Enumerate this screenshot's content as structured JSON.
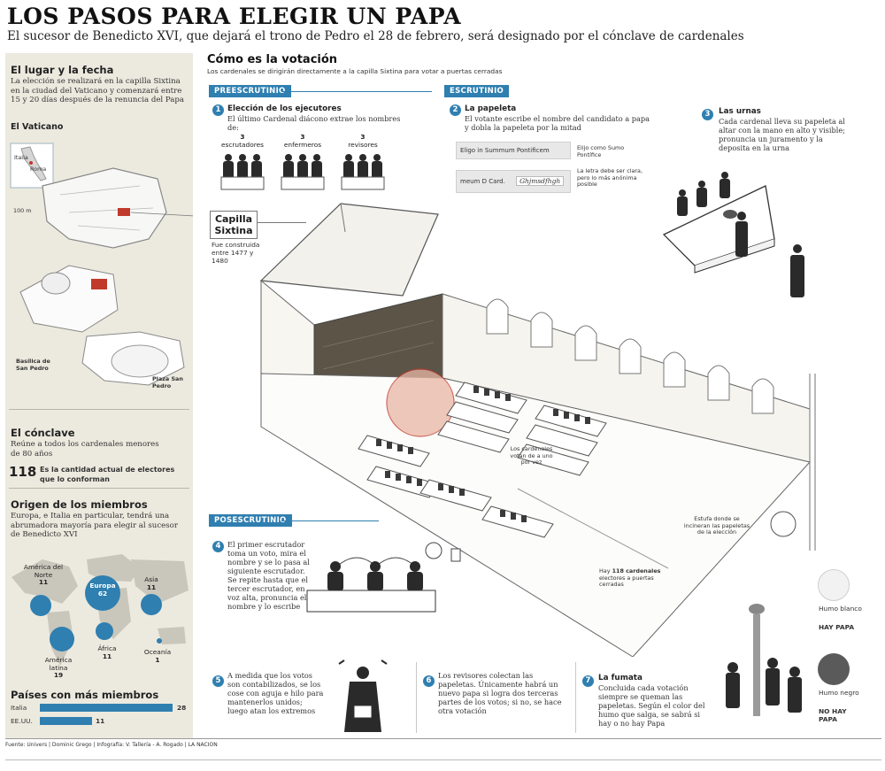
{
  "header": {
    "title": "LOS PASOS PARA ELEGIR UN PAPA",
    "subtitle": "El sucesor de Benedicto XVI, que dejará el trono de Pedro el 28 de febrero, será designado por el cónclave de cardenales"
  },
  "left": {
    "place": {
      "heading": "El lugar y la fecha",
      "text": "La elección se realizará en la capilla Sixtina en la ciudad del Vaticano y comenzará entre 15 y 20 días después de la renuncia del Papa"
    },
    "vatican": {
      "heading": "El Vaticano",
      "italia": "Italia",
      "roma": "Roma",
      "scale": "100 m",
      "basilica": "Basílica de San Pedro",
      "plaza": "Plaza San Pedro"
    },
    "conclave": {
      "heading": "El cónclave",
      "text": "Reúne a todos los cardenales menores de 80 años",
      "electors_number": "118",
      "electors_text": "Es la cantidad actual de electores que lo conforman"
    },
    "origin": {
      "heading": "Origen de los miembros",
      "text": "Europa, e Italia en particular, tendrá una abrumadora mayoría para elegir al sucesor de Benedicto XVI",
      "regions": [
        {
          "name": "América del Norte",
          "value": "11"
        },
        {
          "name": "Europa",
          "value": "62"
        },
        {
          "name": "Asia",
          "value": "11"
        },
        {
          "name": "América latina",
          "value": "19"
        },
        {
          "name": "África",
          "value": "11"
        },
        {
          "name": "Oceanía",
          "value": "1"
        }
      ]
    },
    "countries": {
      "heading": "Países con más miembros",
      "items": [
        {
          "name": "Italia",
          "value": "28"
        },
        {
          "name": "EE.UU.",
          "value": "11"
        }
      ]
    }
  },
  "center": {
    "heading": "Cómo es la votación",
    "subheading": "Los cardenales se dirigirán directamente a la capilla Sixtina para votar a puertas cerradas",
    "pre": {
      "label": "PREESCRUTINIO",
      "step_num": "1",
      "step_title": "Elección de los ejecutores",
      "step_text": "El último Cardenal diácono extrae los nombres de:",
      "groups": [
        {
          "count": "3",
          "name": "escrutadores"
        },
        {
          "count": "3",
          "name": "enfermeros"
        },
        {
          "count": "3",
          "name": "revisores"
        }
      ]
    },
    "escr": {
      "label": "ESCRUTINIO",
      "step_num": "2",
      "step_title": "La papeleta",
      "step_text": "El votante escribe el nombre del candidato a papa y dobla la papeleta por la mitad",
      "ballot_line1": "Eligo in Summum Pontificem",
      "ballot_note1": "Elijo como Sumo Pontífice",
      "ballot_line2": "meum D Card.",
      "ballot_signature": "Ghjmsdfhgh",
      "ballot_note2": "La letra debe ser clara, pero lo más anónima posible"
    },
    "urns": {
      "step_num": "3",
      "step_title": "Las urnas",
      "step_text": "Cada cardenal lleva su papeleta al altar con la mano en alto y visible; pronuncia un juramento y la deposita en la urna"
    },
    "chapel": {
      "name": "Capilla Sixtina",
      "built": "Fue construida entre 1477 y 1480",
      "vote_one_by_one": "Los cardenales votan de a uno por vez",
      "cardinals_count": "118 cardenales",
      "cardinals_text_prefix": "Hay",
      "cardinals_text_suffix": "electores a puertas cerradas",
      "stove": "Estufa donde se incineran las papeletas de la elección"
    },
    "post": {
      "label": "POSESCRUTINIO",
      "step4_num": "4",
      "step4_text": "El primer escrutador toma un voto, mira el nombre y se lo pasa al siguiente escrutador. Se repite hasta que el tercer escrutador, en voz alta, pronuncia el nombre y lo escribe",
      "step5_num": "5",
      "step5_text": "A medida que los votos son contabilizados, se los cose con aguja e hilo para mantenerlos unidos; luego atan los extremos",
      "step6_num": "6",
      "step6_text": "Los revisores colectan las papeletas. Únicamente habrá un nuevo papa si logra dos terceras partes de los votos; si no, se hace otra votación",
      "step7_num": "7",
      "step7_title": "La fumata",
      "step7_text": "Concluida cada votación siempre se queman las papeletas. Según el color del humo que salga, se sabrá si hay o no hay Papa"
    },
    "smoke": {
      "white_label": "Humo blanco",
      "white_result": "HAY PAPA",
      "black_label": "Humo negro",
      "black_result": "NO HAY PAPA",
      "white_color": "#f2f2f2",
      "black_color": "#5a5a5a"
    }
  },
  "footer": {
    "source": "Fuente: Univers | Dominic Grego | Infografía: V. Tallería - A. Rogado | LA NACION"
  },
  "colors": {
    "accent": "#2f7fb0",
    "left_bg": "#eceadf"
  }
}
